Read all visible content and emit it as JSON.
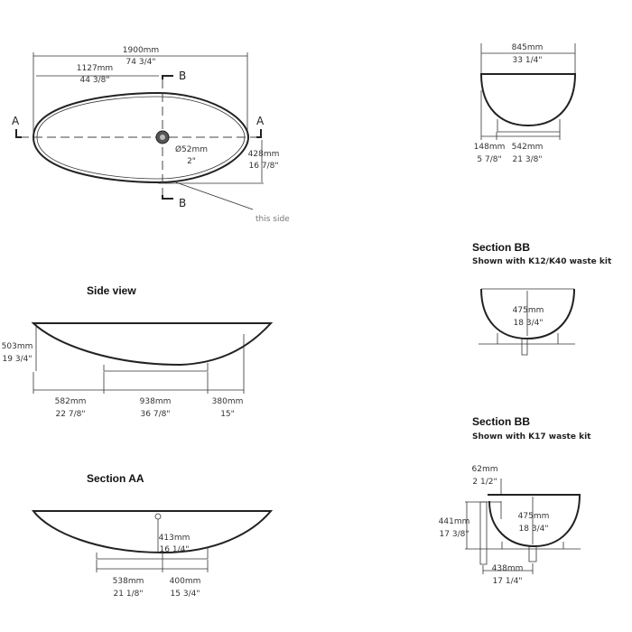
{
  "top_view": {
    "length_mm": "1900mm",
    "length_in": "74 3/4\"",
    "drain_offset_mm": "1127mm",
    "drain_offset_in": "44 3/8\"",
    "drain_dia_mm": "Ø52mm",
    "drain_dia_in": "2\"",
    "half_width_mm": "428mm",
    "half_width_in": "16 7/8\"",
    "section_a": "A",
    "section_b": "B",
    "note": "this side"
  },
  "side_view": {
    "title": "Side view",
    "height_mm": "503mm",
    "height_in": "19 3/4\"",
    "d1_mm": "582mm",
    "d1_in": "22 7/8\"",
    "d2_mm": "938mm",
    "d2_in": "36 7/8\"",
    "d3_mm": "380mm",
    "d3_in": "15\""
  },
  "section_aa": {
    "title": "Section AA",
    "depth_mm": "413mm",
    "depth_in": "16 1/4\"",
    "d1_mm": "538mm",
    "d1_in": "21 1/8\"",
    "d2_mm": "400mm",
    "d2_in": "15 3/4\""
  },
  "end_view": {
    "width_mm": "845mm",
    "width_in": "33 1/4\"",
    "d1_mm": "148mm",
    "d1_in": "5 7/8\"",
    "d2_mm": "542mm",
    "d2_in": "21 3/8\""
  },
  "section_bb1": {
    "title": "Section BB",
    "subtitle": "Shown with K12/K40 waste kit",
    "depth_mm": "475mm",
    "depth_in": "18 3/4\""
  },
  "section_bb2": {
    "title": "Section BB",
    "subtitle": "Shown with K17 waste kit",
    "pipe_mm": "62mm",
    "pipe_in": "2 1/2\"",
    "height_mm": "441mm",
    "height_in": "17 3/8\"",
    "depth_mm": "475mm",
    "depth_in": "18 3/4\"",
    "offset_mm": "438mm",
    "offset_in": "17 1/4\""
  }
}
